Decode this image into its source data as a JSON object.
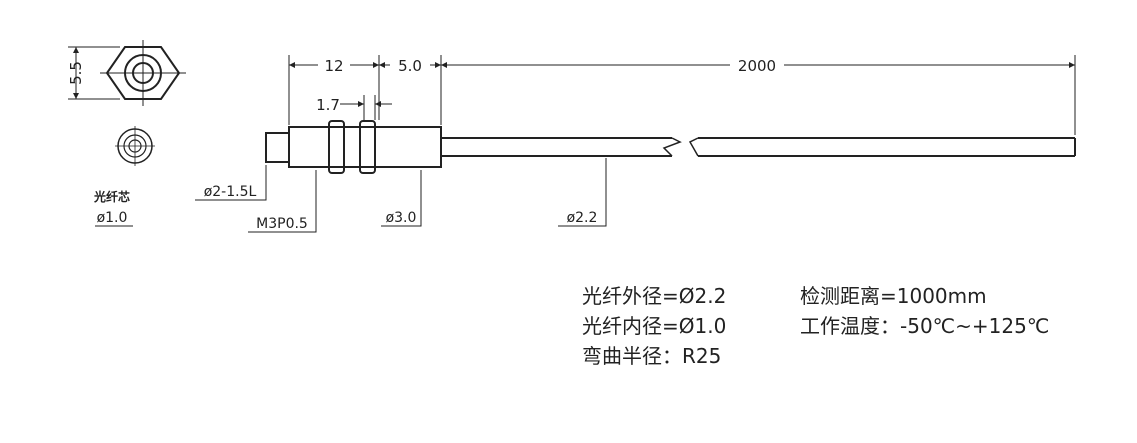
{
  "drawing": {
    "dim_hex": "5.5",
    "dim_12": "12",
    "dim_5": "5.0",
    "dim_2000": "2000",
    "dim_17": "1.7",
    "label_core": "光纤芯",
    "label_core_dia": "ø1.0",
    "label_tip": "ø2-1.5L",
    "label_thread": "M3P0.5",
    "label_body": "ø3.0",
    "label_cable": "ø2.2"
  },
  "specs": {
    "outer_diameter": "光纤外径=Ø2.2",
    "inner_diameter": "光纤内径=Ø1.0",
    "bend_radius": "弯曲半径：R25",
    "detection_distance": "检测距离=1000mm",
    "operating_temp": "工作温度：-50℃~+125℃"
  }
}
